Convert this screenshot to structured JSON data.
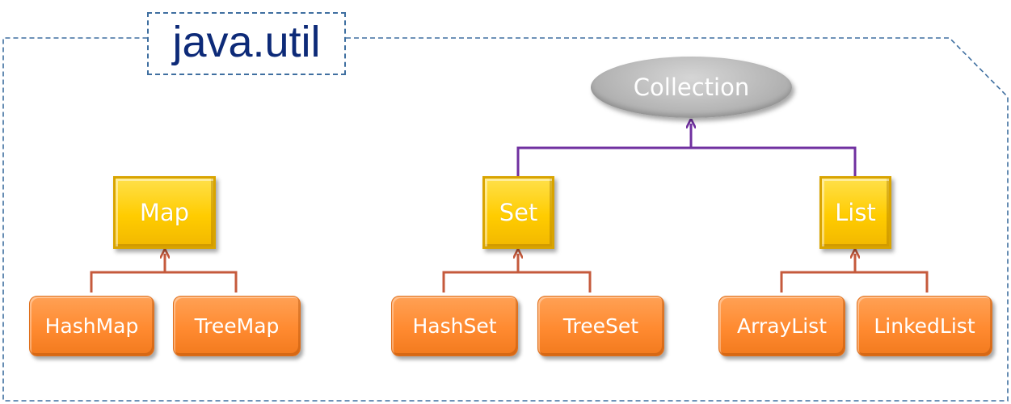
{
  "package": {
    "label": "java.util"
  },
  "root": {
    "label": "Collection"
  },
  "interfaces": {
    "map": "Map",
    "set": "Set",
    "list": "List"
  },
  "implementations": {
    "hashmap": "HashMap",
    "treemap": "TreeMap",
    "hashset": "HashSet",
    "treeset": "TreeSet",
    "arraylist": "ArrayList",
    "linkedlist": "LinkedList"
  },
  "colors": {
    "package_border": "#3f6fa0",
    "package_label": "#0d2a78",
    "interface_fill": "#ffcc00",
    "implementation_fill": "#ff8a30",
    "root_fill": "#b5b5b5",
    "collection_link": "#7030a0",
    "implementation_link": "#c55a3c"
  }
}
